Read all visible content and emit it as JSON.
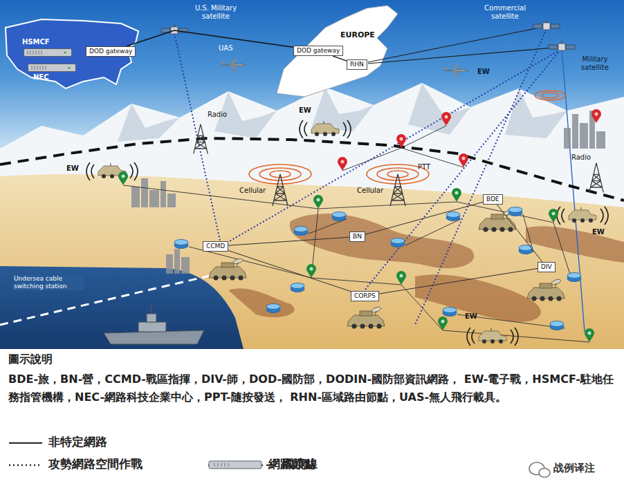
{
  "diagram": {
    "nodes": [
      {
        "text": [
          "DOD gateway"
        ]
      },
      {
        "text": [
          "DOD gateway"
        ]
      },
      {
        "text": [
          "RHN"
        ]
      },
      {
        "text": [
          "BDE"
        ]
      },
      {
        "text": [
          "BN"
        ]
      },
      {
        "text": [
          "CCMD"
        ]
      },
      {
        "text": [
          "DIV"
        ]
      },
      {
        "text": [
          "CORPS"
        ]
      }
    ],
    "edges": [
      {
        "from": 0,
        "to": 1,
        "arrow": "none"
      },
      {
        "from": 1,
        "to": 2,
        "arrow": "none"
      },
      {
        "from": 5,
        "to": 4,
        "arrow": "none"
      },
      {
        "from": 4,
        "to": 3,
        "arrow": "none"
      },
      {
        "from": 5,
        "to": 7,
        "arrow": "none"
      },
      {
        "from": 7,
        "to": 6,
        "arrow": "none"
      },
      {
        "from": 3,
        "to": 6,
        "arrow": "none"
      }
    ],
    "labels": [
      "HSMCF",
      "NEC",
      "U.S. Military satellite",
      "UAS",
      "EUROPE",
      "Commercial satellite",
      "Military satellite",
      "EW",
      "EW",
      "Radio",
      "EW",
      "Radio",
      "PTT",
      "Cellular",
      "Cellular",
      "EW",
      "Undersea cable switching station",
      "EW",
      "圖示說明",
      "BDE-旅，BN-營，CCMD-戰區指揮，DIV-師，DOD-國防部，DODIN-國防部資訊網路， EW-電子戰，HSMCF-駐地任務指管機構，NEC-網路科技企業中心，PPT-隨按發送， RHN-區域路由節點，UAS-無人飛行載具。",
      "战例译注"
    ],
    "legend": [
      {
        "text": "非特定網路"
      },
      {
        "text": "國境線"
      },
      {
        "text": "攻勢網路空間作戰"
      },
      {
        "text": "網路節點"
      }
    ]
  }
}
